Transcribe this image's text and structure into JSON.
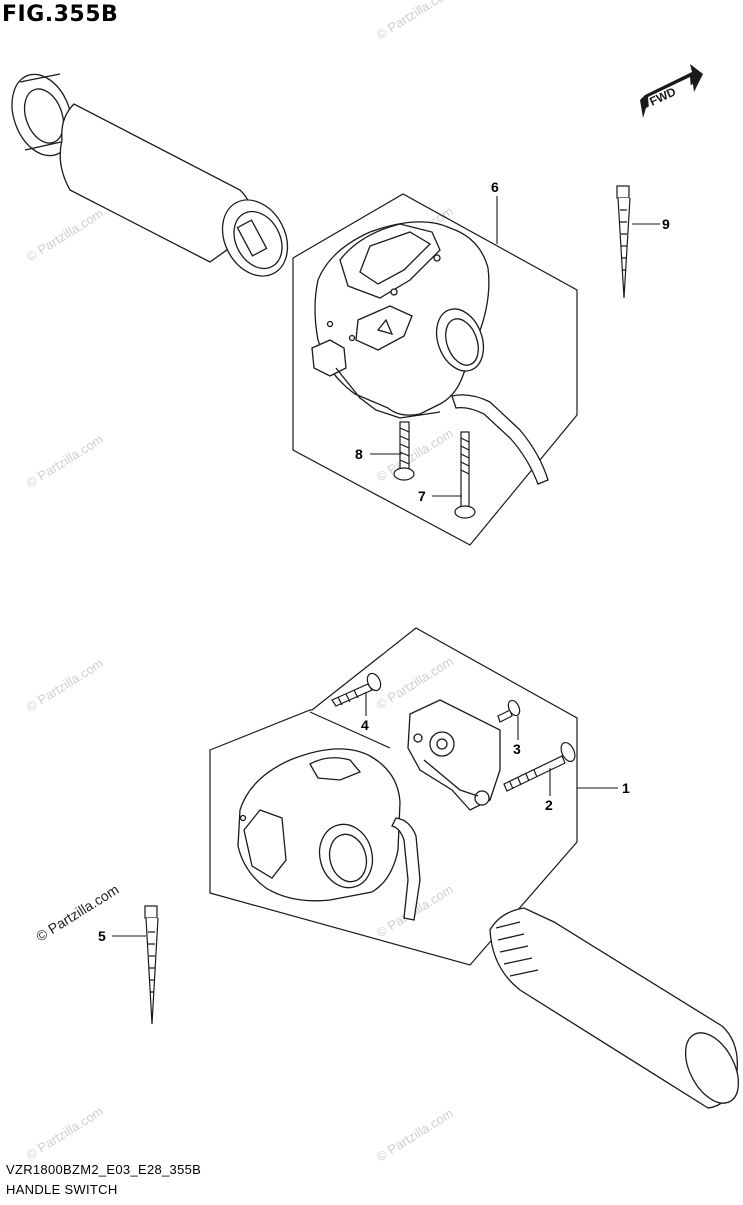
{
  "figure": {
    "title": "FIG.355B",
    "model_code": "VZR1800BZM2_E03_E28_355B",
    "section_name": "HANDLE SWITCH"
  },
  "direction_badge": {
    "label": "FWD"
  },
  "callouts": [
    {
      "id": "1",
      "label": "1"
    },
    {
      "id": "2",
      "label": "2"
    },
    {
      "id": "3",
      "label": "3"
    },
    {
      "id": "4",
      "label": "4"
    },
    {
      "id": "5",
      "label": "5"
    },
    {
      "id": "6",
      "label": "6"
    },
    {
      "id": "7",
      "label": "7"
    },
    {
      "id": "8",
      "label": "8"
    },
    {
      "id": "9",
      "label": "9"
    }
  ],
  "watermark": {
    "text": "© Partzilla.com"
  }
}
